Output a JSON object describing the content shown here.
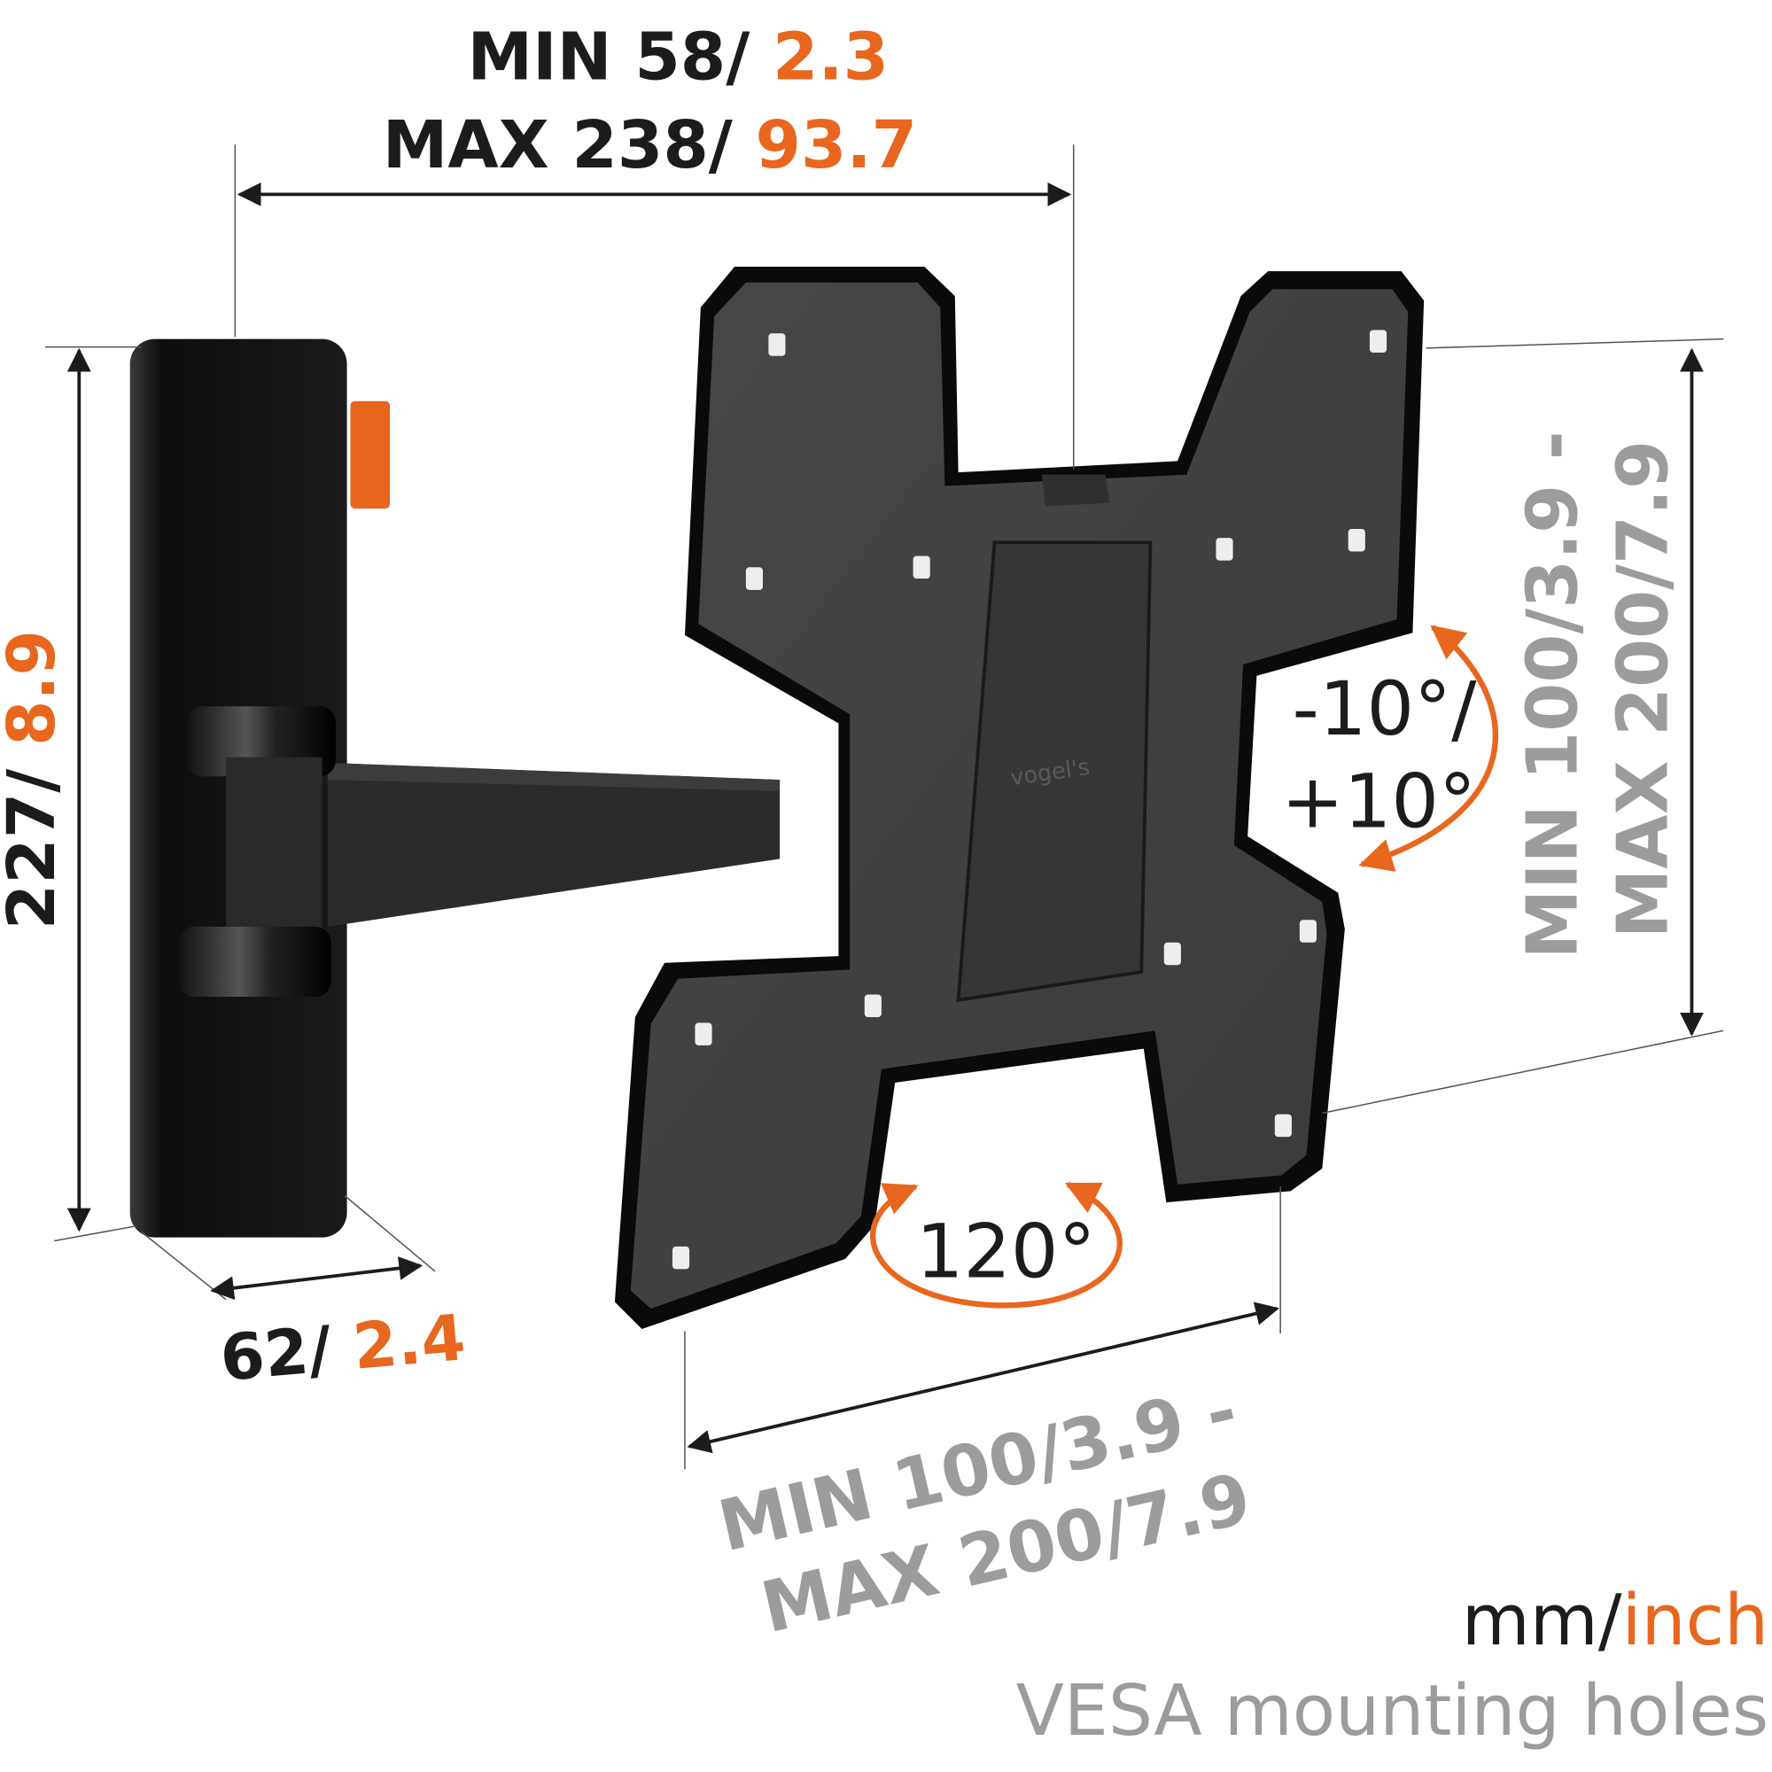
{
  "colors": {
    "dimension_text": "#1c1c1c",
    "inch_accent": "#e8661e",
    "vesa_text": "#9c9c9c",
    "product": "#2a2a2a"
  },
  "depth": {
    "line1_mm": "MIN 58/ ",
    "line1_in": "2.3",
    "line2_mm": "MAX 238/ ",
    "line2_in": "93.7"
  },
  "height": {
    "mm": "227/ ",
    "in": "8.9"
  },
  "width": {
    "mm": "62/ ",
    "in": "2.4"
  },
  "tilt": {
    "line1": "-10°/",
    "line2": "+10°"
  },
  "swivel": {
    "label": "120°"
  },
  "vesa_vertical": {
    "line1": "MIN 100/3.9 -",
    "line2": "MAX 200/7.9"
  },
  "vesa_horizontal": {
    "line1": "MIN 100/3.9 -",
    "line2": "MAX 200/7.9"
  },
  "legend": {
    "unit_mm": "mm/",
    "unit_in": "inch",
    "caption": "VESA mounting holes"
  },
  "logo": {
    "text": "vogel's"
  }
}
